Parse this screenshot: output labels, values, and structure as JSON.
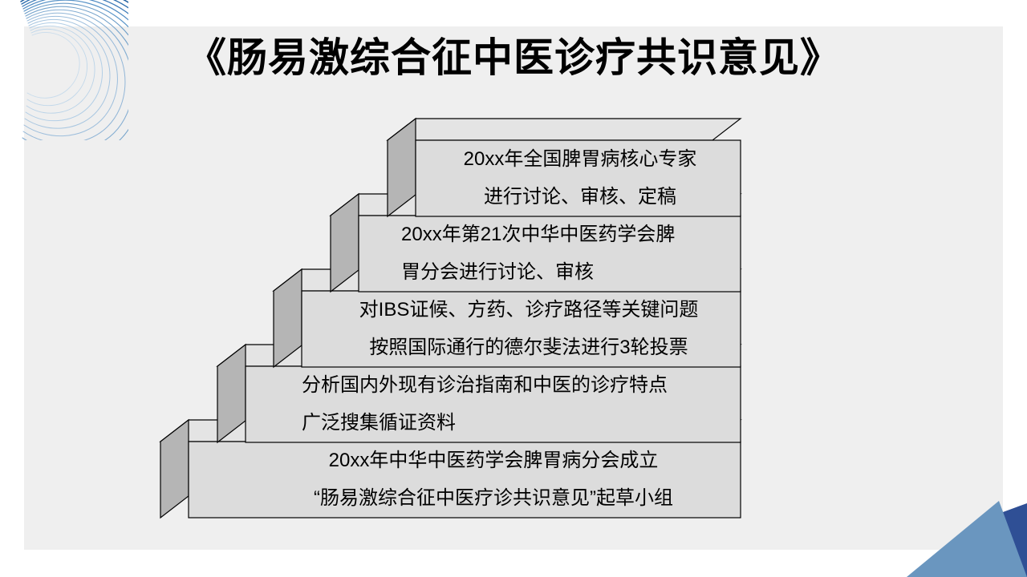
{
  "slide": {
    "title": "《肠易激综合征中医诊疗共识意见》",
    "background_color": "#ffffff",
    "panel_color": "#efefef",
    "text_color": "#000000"
  },
  "decorations": {
    "top_left": {
      "icon": "swirl-lines-decoration",
      "colors": [
        "#1f5fa0",
        "#5b95c8",
        "#a8c6e0"
      ]
    },
    "bottom_right": {
      "icon": "triangle-decoration",
      "light_triangle_color": "#6a96bf",
      "dark_triangle_color": "#2f4f95"
    }
  },
  "diagram": {
    "type": "ascending-3d-staircase",
    "face_color": "#dcdcdc",
    "top_face_color": "#e4e4e4",
    "side_face_color": "#b5b5b5",
    "outline_color": "#000000",
    "steps": [
      {
        "order": 5,
        "position": "top",
        "lines": [
          "20xx年全国脾胃病核心专家",
          "进行讨论、审核、定稿"
        ]
      },
      {
        "order": 4,
        "position": "fourth",
        "lines": [
          "20xx年第21次中华中医药学会脾",
          "胃分会进行讨论、审核"
        ]
      },
      {
        "order": 3,
        "position": "third",
        "lines": [
          "对IBS证候、方药、诊疗路径等关键问题",
          "按照国际通行的德尔斐法进行3轮投票"
        ]
      },
      {
        "order": 2,
        "position": "second",
        "lines": [
          "分析国内外现有诊治指南和中医的诊疗特点",
          "广泛搜集循证资料"
        ]
      },
      {
        "order": 1,
        "position": "bottom",
        "lines": [
          "20xx年中华中医药学会脾胃病分会成立",
          "“肠易激综合征中医疗诊共识意见”起草小组"
        ]
      }
    ]
  }
}
